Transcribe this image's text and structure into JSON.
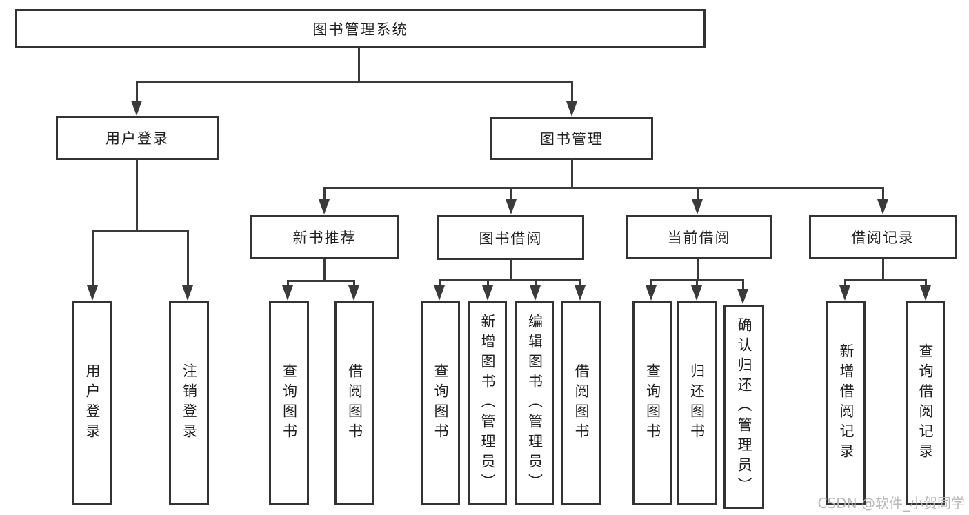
{
  "diagram": {
    "type": "hierarchy-tree",
    "root": {
      "label": "图书管理系统"
    },
    "branches": [
      {
        "label": "用户登录",
        "children": [
          {
            "label": "用户登录"
          },
          {
            "label": "注销登录"
          }
        ]
      },
      {
        "label": "图书管理",
        "children": [
          {
            "label": "新书推荐",
            "children": [
              {
                "label": "查询图书"
              },
              {
                "label": "借阅图书"
              }
            ]
          },
          {
            "label": "图书借阅",
            "children": [
              {
                "label": "查询图书"
              },
              {
                "label": "新增图书（管理员）"
              },
              {
                "label": "编辑图书（管理员）"
              },
              {
                "label": "借阅图书"
              }
            ]
          },
          {
            "label": "当前借阅",
            "children": [
              {
                "label": "查询图书"
              },
              {
                "label": "归还图书"
              },
              {
                "label": "确认归还（管理员）"
              }
            ]
          },
          {
            "label": "借阅记录",
            "children": [
              {
                "label": "新增借阅记录"
              },
              {
                "label": "查询借阅记录"
              }
            ]
          }
        ]
      }
    ]
  },
  "watermark": {
    "text": "CSDN @软件_小贺同学"
  },
  "colors": {
    "line": "#3a3a3a",
    "box_border": "#333333",
    "text": "#1f1f1f",
    "background": "#ffffff",
    "watermark": "#b5b5b5"
  }
}
